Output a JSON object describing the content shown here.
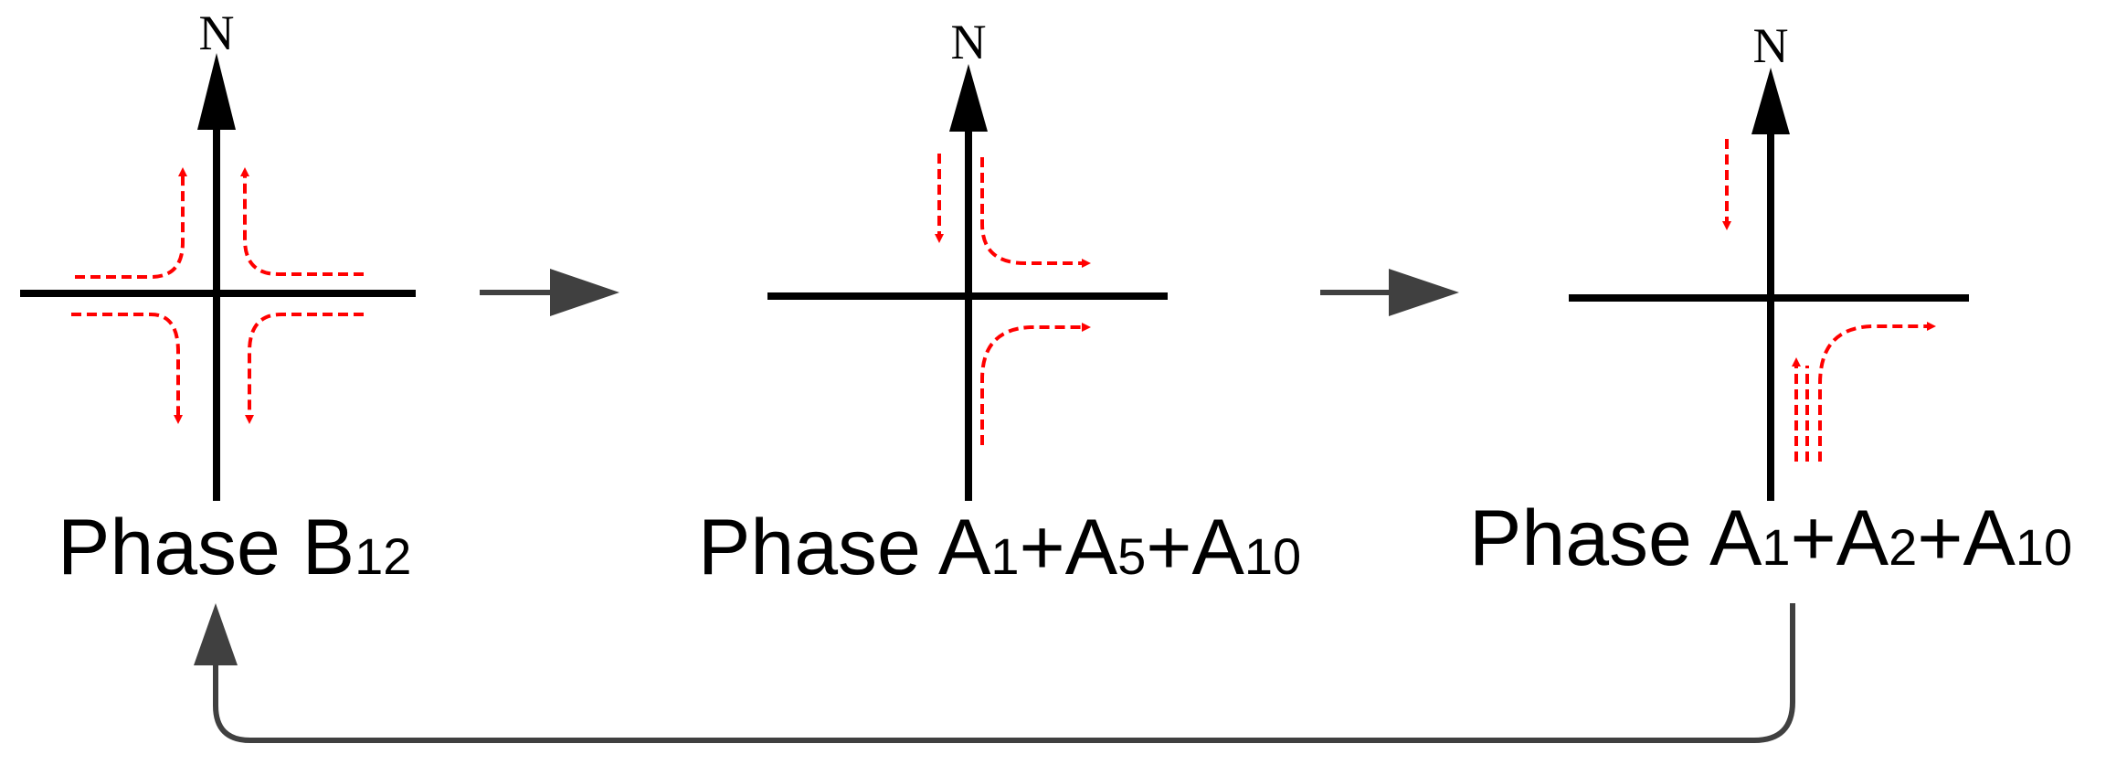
{
  "colors": {
    "road": "#000000",
    "movement": "#ff0000",
    "flow": "#404040",
    "background": "#ffffff"
  },
  "phases": [
    {
      "north_label": "N",
      "label": {
        "base": "Phase B",
        "subs": [
          "12"
        ]
      }
    },
    {
      "north_label": "N",
      "label": {
        "base": "Phase A",
        "subs": [
          "1",
          "5",
          "10"
        ],
        "joiner": "+"
      }
    },
    {
      "north_label": "N",
      "label": {
        "base": "Phase A",
        "subs": [
          "1",
          "2",
          "10"
        ],
        "joiner": "+"
      }
    }
  ]
}
